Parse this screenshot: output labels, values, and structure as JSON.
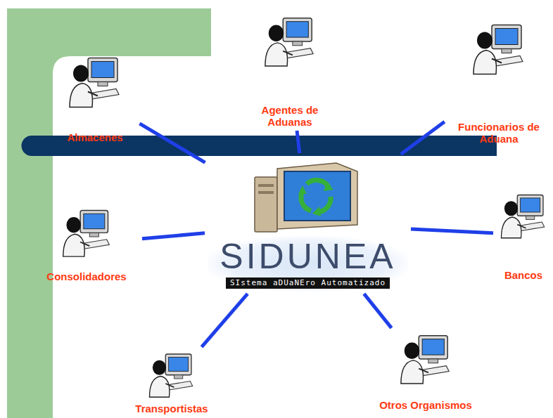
{
  "diagram": {
    "nodes": [
      {
        "text": [
          "Agentes de Aduanas"
        ]
      },
      {
        "text": [
          "Almacenes"
        ]
      },
      {
        "text": [
          "Funcionarios de Aduana"
        ]
      },
      {
        "text": [
          "SIDUNEA",
          "SIstema aDUaNEro Automatizado"
        ]
      },
      {
        "text": [
          "Consolidadores"
        ]
      },
      {
        "text": [
          "Bancos"
        ]
      },
      {
        "text": [
          "Transportistas"
        ]
      },
      {
        "text": [
          "Otros Organismos"
        ]
      }
    ],
    "edges": [
      {
        "from": 3,
        "to": 0,
        "arrow": "none"
      },
      {
        "from": 3,
        "to": 1,
        "arrow": "none"
      },
      {
        "from": 3,
        "to": 2,
        "arrow": "none"
      },
      {
        "from": 3,
        "to": 4,
        "arrow": "none"
      },
      {
        "from": 3,
        "to": 5,
        "arrow": "none"
      },
      {
        "from": 3,
        "to": 6,
        "arrow": "none"
      },
      {
        "from": 3,
        "to": 7,
        "arrow": "none"
      }
    ]
  }
}
